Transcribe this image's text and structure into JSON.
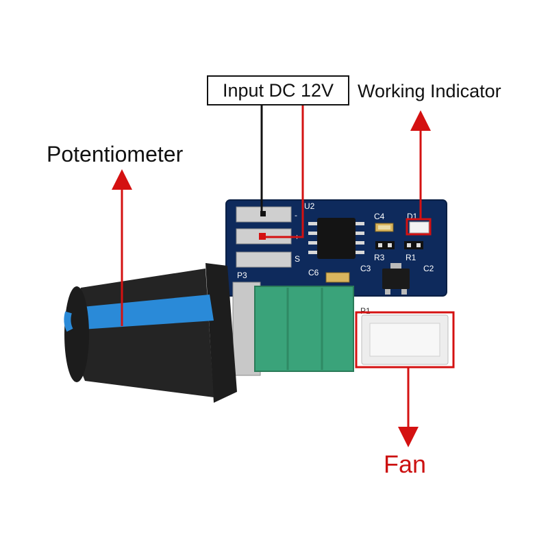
{
  "labels": {
    "input": "Input DC 12V",
    "working_indicator": "Working Indicator",
    "potentiometer": "Potentiometer",
    "fan": "Fan"
  },
  "silkscreen": {
    "u2": "U2",
    "c4": "C4",
    "d1": "D1",
    "r3": "R3",
    "r1": "R1",
    "c3": "C3",
    "c2": "C2",
    "c6": "C6",
    "p3": "P3",
    "p1": "P1",
    "minus": "-",
    "plus": "+",
    "s": "S"
  },
  "colors": {
    "pcb": "#0e2a5c",
    "arrow": "#d41111",
    "knob_blue": "#2a8ad8",
    "pot_green": "#3aa37a",
    "black_line": "#111111"
  }
}
